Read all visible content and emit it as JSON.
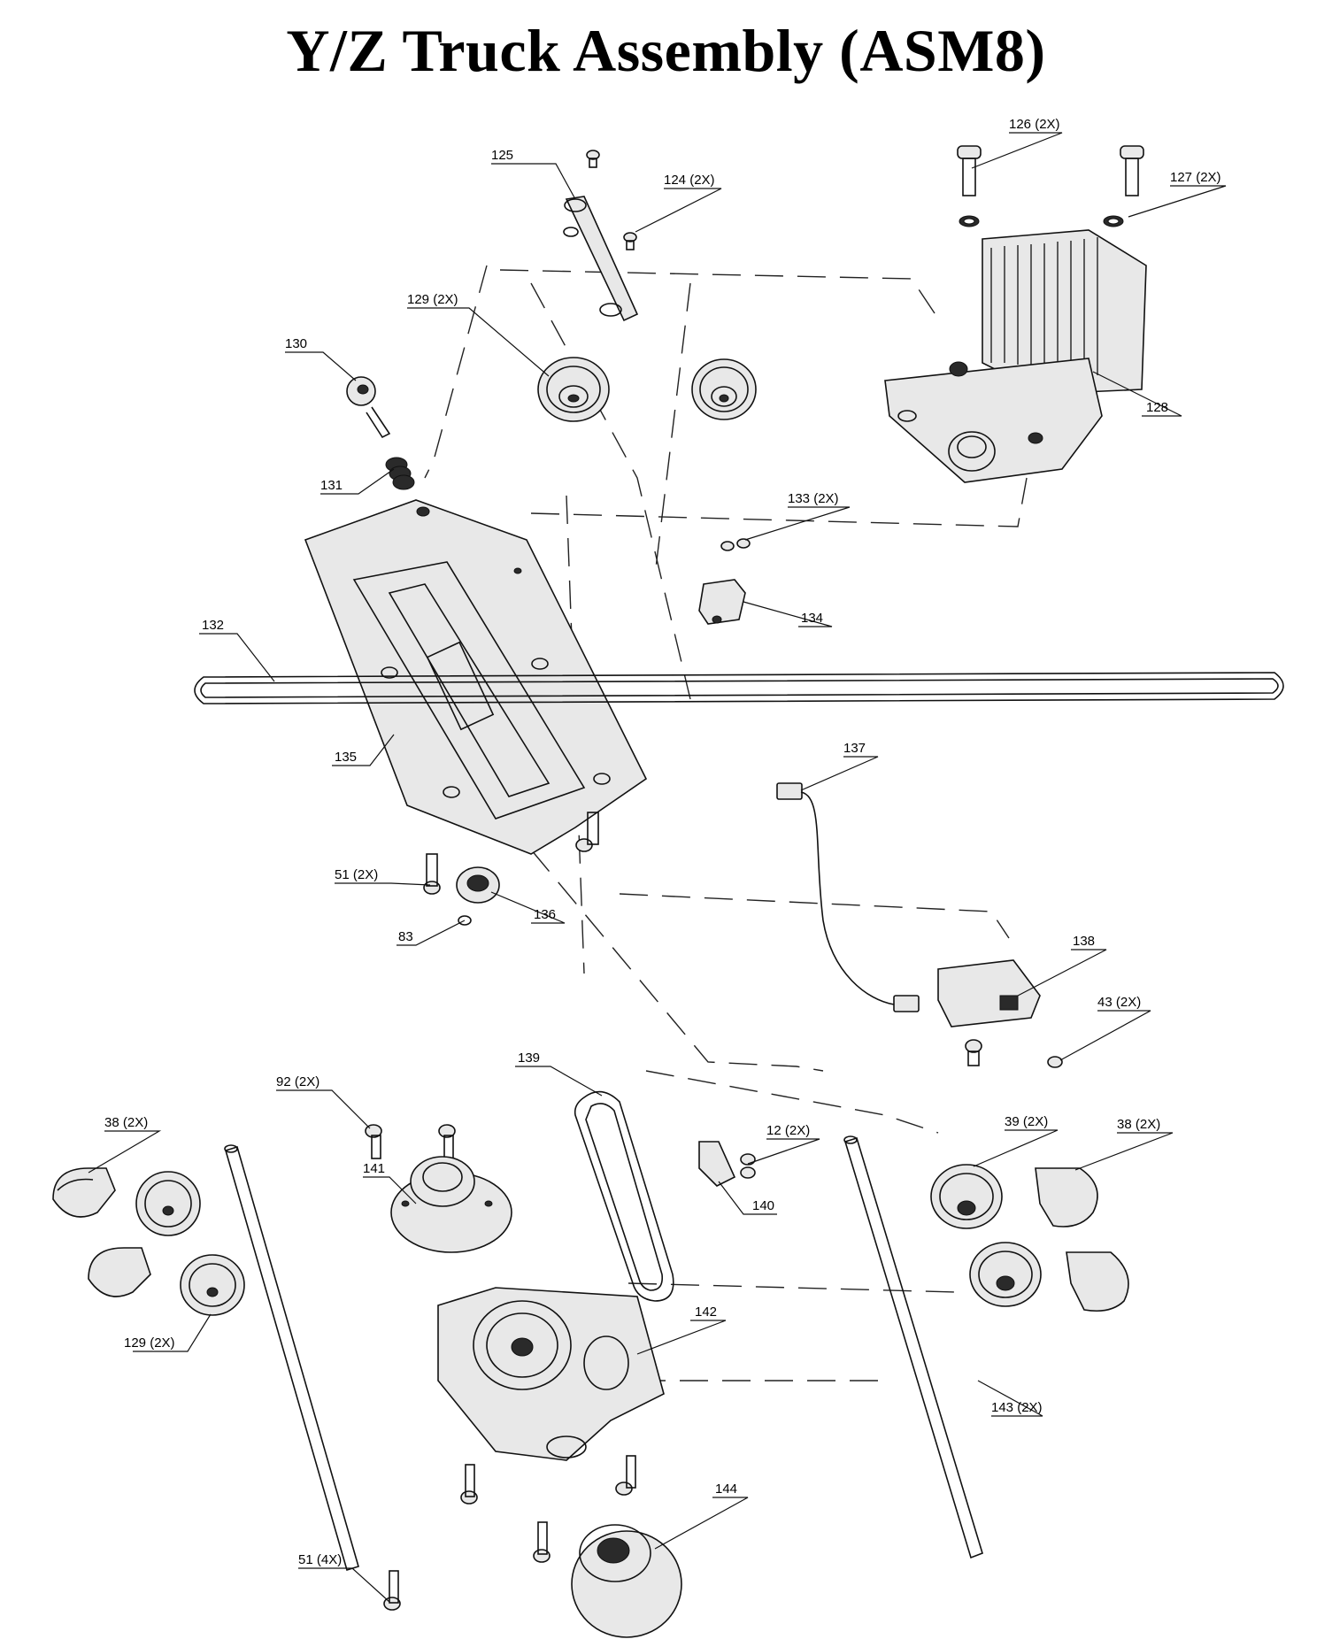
{
  "title": "Y/Z Truck Assembly (ASM8)",
  "callouts": [
    {
      "id": "c126",
      "label": "126 (2X)"
    },
    {
      "id": "c125",
      "label": "125"
    },
    {
      "id": "c124",
      "label": "124 (2X)"
    },
    {
      "id": "c127",
      "label": "127 (2X)"
    },
    {
      "id": "c129a",
      "label": "129 (2X)"
    },
    {
      "id": "c130",
      "label": "130"
    },
    {
      "id": "c128",
      "label": "128"
    },
    {
      "id": "c131",
      "label": "131"
    },
    {
      "id": "c133",
      "label": "133 (2X)"
    },
    {
      "id": "c134",
      "label": "134"
    },
    {
      "id": "c132",
      "label": "132"
    },
    {
      "id": "c135",
      "label": "135"
    },
    {
      "id": "c137",
      "label": "137"
    },
    {
      "id": "c51a",
      "label": "51 (2X)"
    },
    {
      "id": "c136",
      "label": "136"
    },
    {
      "id": "c83",
      "label": "83"
    },
    {
      "id": "c138",
      "label": "138"
    },
    {
      "id": "c43",
      "label": "43 (2X)"
    },
    {
      "id": "c139",
      "label": "139"
    },
    {
      "id": "c92",
      "label": "92 (2X)"
    },
    {
      "id": "c38a",
      "label": "38 (2X)"
    },
    {
      "id": "c39",
      "label": "39 (2X)"
    },
    {
      "id": "c38b",
      "label": "38 (2X)"
    },
    {
      "id": "c12",
      "label": "12 (2X)"
    },
    {
      "id": "c141",
      "label": "141"
    },
    {
      "id": "c140",
      "label": "140"
    },
    {
      "id": "c142",
      "label": "142"
    },
    {
      "id": "c129b",
      "label": "129 (2X)"
    },
    {
      "id": "c143",
      "label": "143 (2X)"
    },
    {
      "id": "c144",
      "label": "144"
    },
    {
      "id": "c51b",
      "label": "51 (4X)"
    }
  ]
}
